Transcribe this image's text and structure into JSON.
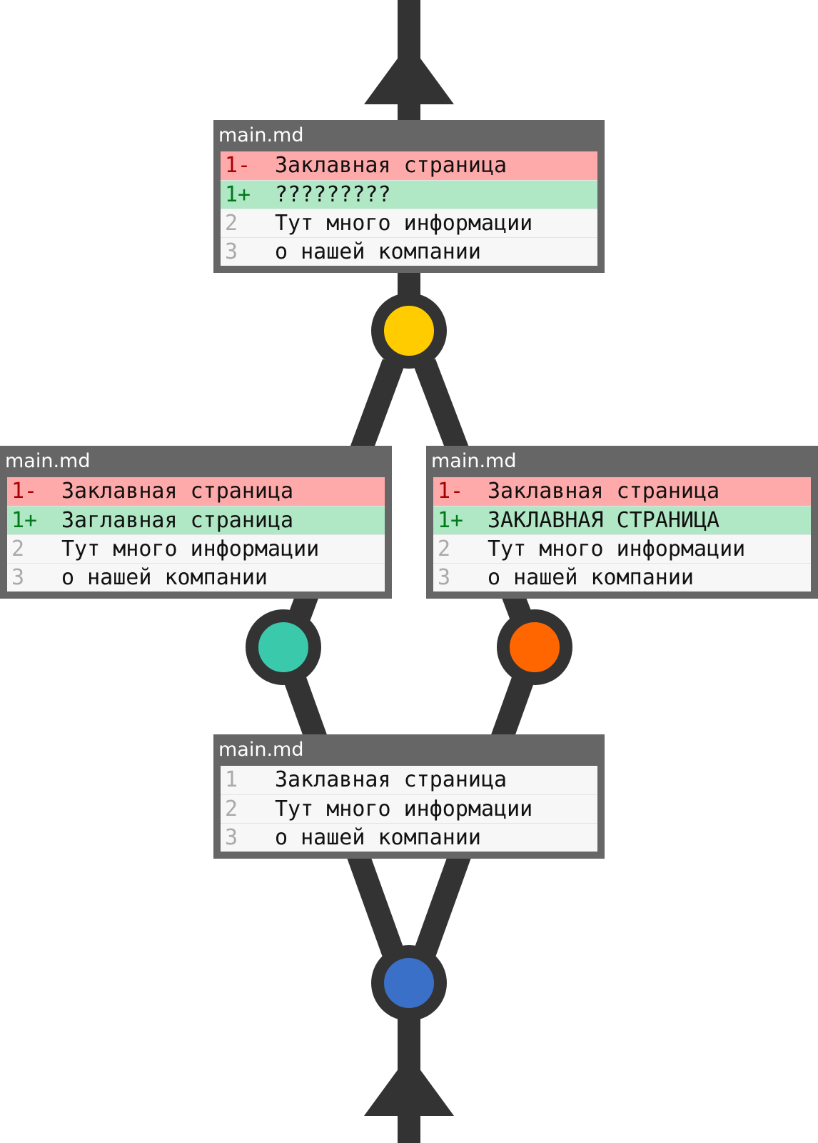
{
  "colors": {
    "edge": "#333333",
    "box": "#666666",
    "removed_bg": "#ffaaaa",
    "added_bg": "#b0e8c6",
    "context_bg": "#f7f7f7"
  },
  "nodes": {
    "top": {
      "color": "#ffcc00"
    },
    "left": {
      "color": "#3ac9ab"
    },
    "right": {
      "color": "#ff6600"
    },
    "bottom": {
      "color": "#3a70c8"
    }
  },
  "files": {
    "merged": {
      "filename": "main.md",
      "lines": [
        {
          "num": "1-",
          "kind": "removed",
          "text": "Заклавная страница"
        },
        {
          "num": "1+",
          "kind": "added",
          "text": "?????????"
        },
        {
          "num": "2",
          "kind": "context",
          "text": "Тут много информации"
        },
        {
          "num": "3",
          "kind": "context",
          "text": "о нашей компании"
        }
      ]
    },
    "left": {
      "filename": "main.md",
      "lines": [
        {
          "num": "1-",
          "kind": "removed",
          "text": "Заклавная страница"
        },
        {
          "num": "1+",
          "kind": "added",
          "text": "Заглавная страница"
        },
        {
          "num": "2",
          "kind": "context",
          "text": "Тут много информации"
        },
        {
          "num": "3",
          "kind": "context",
          "text": "о нашей компании"
        }
      ]
    },
    "right": {
      "filename": "main.md",
      "lines": [
        {
          "num": "1-",
          "kind": "removed",
          "text": "Заклавная страница"
        },
        {
          "num": "1+",
          "kind": "added",
          "text": "ЗАКЛАВНАЯ СТРАНИЦА"
        },
        {
          "num": "2",
          "kind": "context",
          "text": "Тут много информации"
        },
        {
          "num": "3",
          "kind": "context",
          "text": "о нашей компании"
        }
      ]
    },
    "base": {
      "filename": "main.md",
      "lines": [
        {
          "num": "1",
          "kind": "context",
          "text": "Заклавная страница"
        },
        {
          "num": "2",
          "kind": "context",
          "text": "Тут много информации"
        },
        {
          "num": "3",
          "kind": "context",
          "text": "о нашей компании"
        }
      ]
    }
  }
}
